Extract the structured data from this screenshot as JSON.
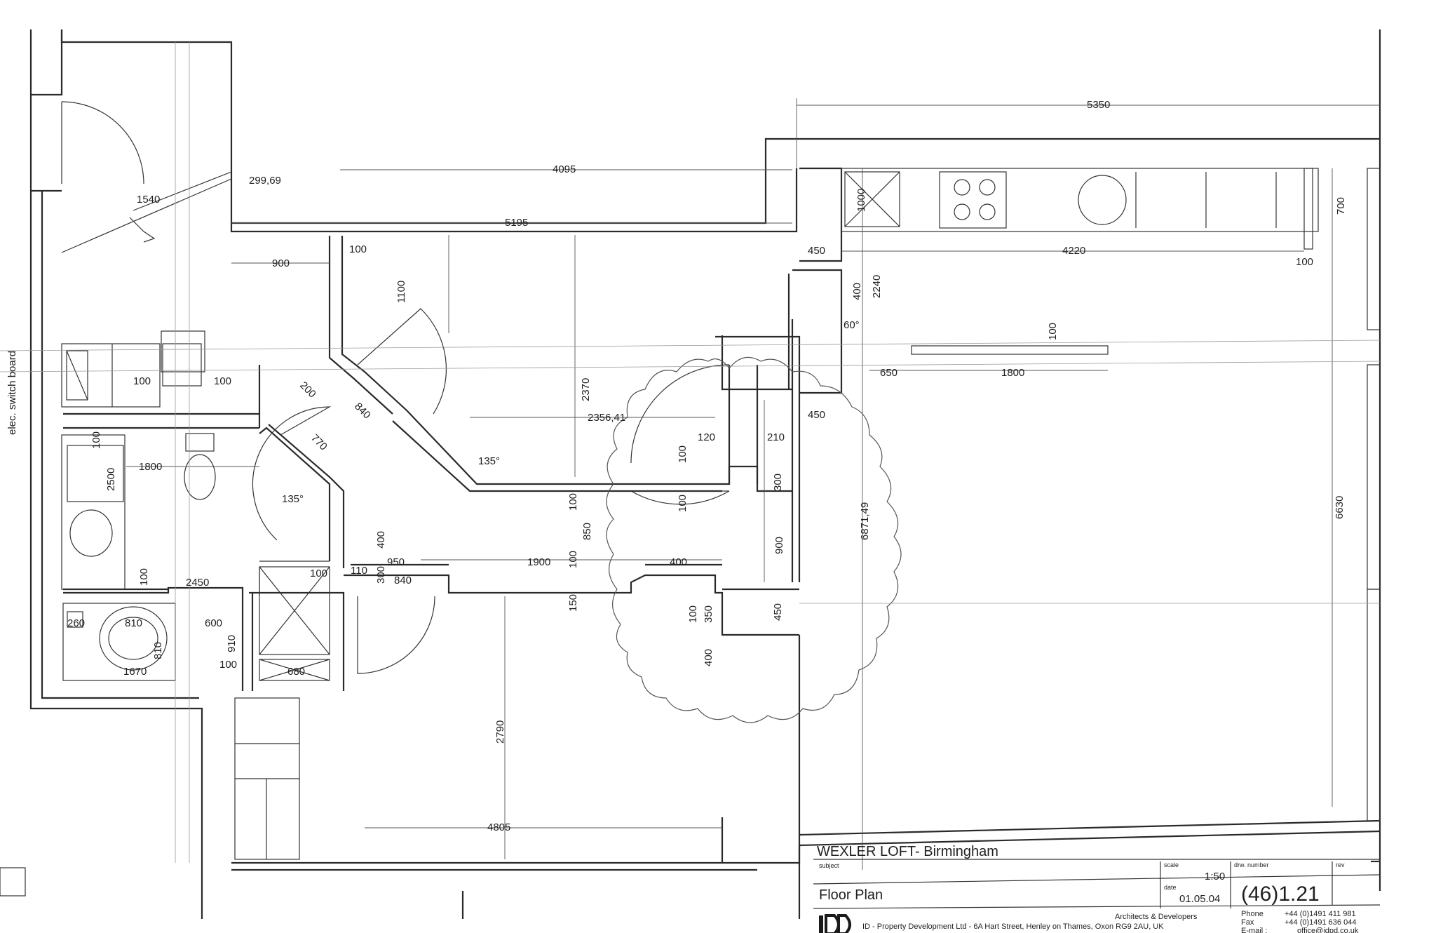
{
  "side_label": "elec. switch board",
  "dimensions": {
    "d5350": "5350",
    "d4095": "4095",
    "d5195": "5195",
    "d299": "299,69",
    "d1540": "1540",
    "d900a": "900",
    "d100a": "100",
    "d1100": "1100",
    "d1000": "1000",
    "d700": "700",
    "d4220": "4220",
    "d450a": "450",
    "d100b": "100",
    "d400a": "400",
    "d2240": "2240",
    "d60deg": "60°",
    "d100c": "100",
    "d650": "650",
    "d1800a": "1800",
    "d100d": "100",
    "d100e": "100",
    "d200": "200",
    "d840a": "840",
    "d2370": "2370",
    "d450b": "450",
    "d770": "770",
    "d2356": "2356,41",
    "d120": "120",
    "d210": "210",
    "d135a": "135°",
    "d100f": "100",
    "d2500": "2500",
    "d1800b": "1800",
    "d135b": "135°",
    "d100g": "100",
    "d300a": "300",
    "d100h": "100",
    "d6871": "6871,49",
    "d6630": "6630",
    "d100i": "100",
    "d850": "850",
    "d400b": "400",
    "d900b": "900",
    "d100j": "100",
    "d950": "950",
    "d1900": "1900",
    "d100k": "100",
    "d400c": "400",
    "d110": "110",
    "d300b": "300",
    "d840b": "840",
    "d100l": "100",
    "d2450": "2450",
    "d150": "150",
    "d100m": "100",
    "d350": "350",
    "d450c": "450",
    "d260": "260",
    "d810a": "810",
    "d600": "600",
    "d810b": "810",
    "d910": "910",
    "d1670": "1670",
    "d100n": "100",
    "d680": "680",
    "d400d": "400",
    "d2790": "2790",
    "d4805": "4805"
  },
  "title_block": {
    "project": "WEXLER LOFT- Birmingham",
    "subject_label": "subject",
    "scale_label": "scale",
    "drw_label": "drw. number",
    "rev_label": "rev",
    "date_label": "date",
    "scale": "1:50",
    "drawing_title": "Floor Plan",
    "date": "01.05.04",
    "drawing_number": "(46)1.21",
    "firm_tagline": "Architects & Developers",
    "firm_address": "ID - Property Development Ltd - 6A Hart Street, Henley on Thames, Oxon RG9 2AU, UK",
    "logo": "IDD",
    "phone_label": "Phone",
    "fax_label": "Fax",
    "email_label": "E-mail :",
    "phone": "+44 (0)1491 411 981",
    "fax": "+44 (0)1491 636 044",
    "email": "office@idpd.co.uk"
  }
}
